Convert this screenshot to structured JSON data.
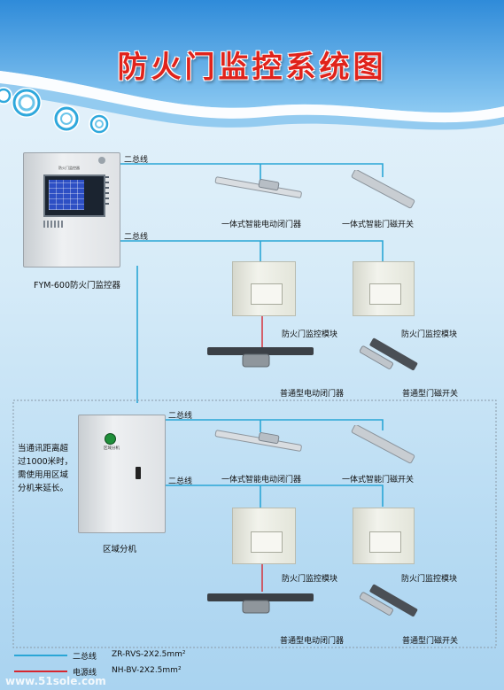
{
  "title": "防火门监控系统图",
  "controller": {
    "label": "FYM-600防火门监控器",
    "panel_text": "防火门监控器"
  },
  "zone_unit": {
    "label": "区域分机",
    "panel_text": "区域分机"
  },
  "note": "当通讯距离超过1000米时，需使用用区域分机来延长。",
  "bus_label": "二总线",
  "devices": {
    "smart_closer": "一体式智能电动闭门器",
    "smart_magnet": "一体式智能门磁开关",
    "module": "防火门监控模块",
    "closer": "普通型电动闭门器",
    "magnet": "普通型门磁开关"
  },
  "legend": [
    {
      "name": "二总线",
      "spec": "ZR-RVS-2X2.5mm²",
      "color": "#2aa6d6"
    },
    {
      "name": "电源线",
      "spec": "NH-BV-2X2.5mm²",
      "color": "#d7262e"
    }
  ],
  "watermark": "www.51sole.com",
  "colors": {
    "title": "#e0231b",
    "bus": "#2aa6d6",
    "power": "#d7262e"
  }
}
